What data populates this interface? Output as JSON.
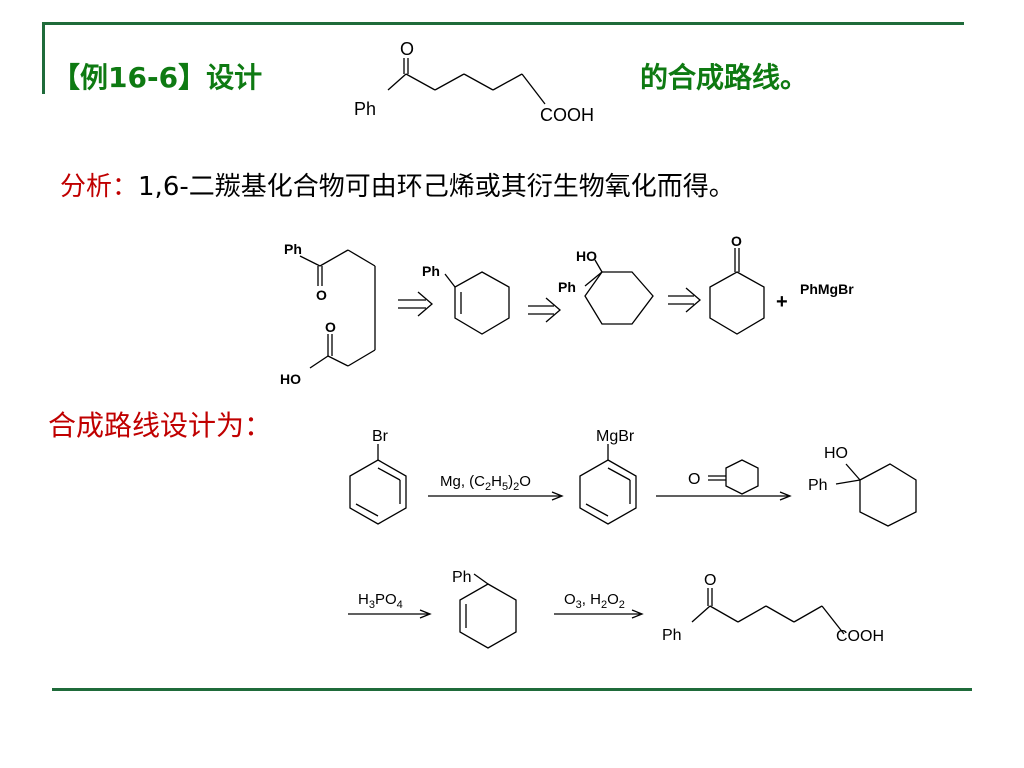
{
  "title": {
    "prefix": "【例16-6】设计",
    "suffix": "的合成路线。"
  },
  "analysis": {
    "label": "分析：",
    "text": "1,6-二羰基化合物可由环己烯或其衍生物氧化而得。"
  },
  "route_heading": "合成路线设计为：",
  "target": {
    "left_group": "Ph",
    "oxo": "O",
    "acid": "COOH"
  },
  "retro": {
    "ph": "Ph",
    "ketone_o": "O",
    "acid_o": "O",
    "acid_ho": "HO",
    "alkene_ph": "Ph",
    "alcohol_ho": "HO",
    "alcohol_ph": "Ph",
    "ketone2_o": "O",
    "plus": "+",
    "reagent": "PhMgBr"
  },
  "synthesis": {
    "bromobenzene": "Br",
    "step1_reagent": "Mg, (C2H5)2O",
    "grignard": "MgBr",
    "step2_reagent_o": "O",
    "alcohol_ho": "HO",
    "alcohol_ph": "Ph",
    "step3_reagent": "H3PO4",
    "alkene_ph": "Ph",
    "step4_reagent": "O3, H2O2",
    "product_o": "O",
    "product_ph": "Ph",
    "product_acid": "COOH"
  }
}
